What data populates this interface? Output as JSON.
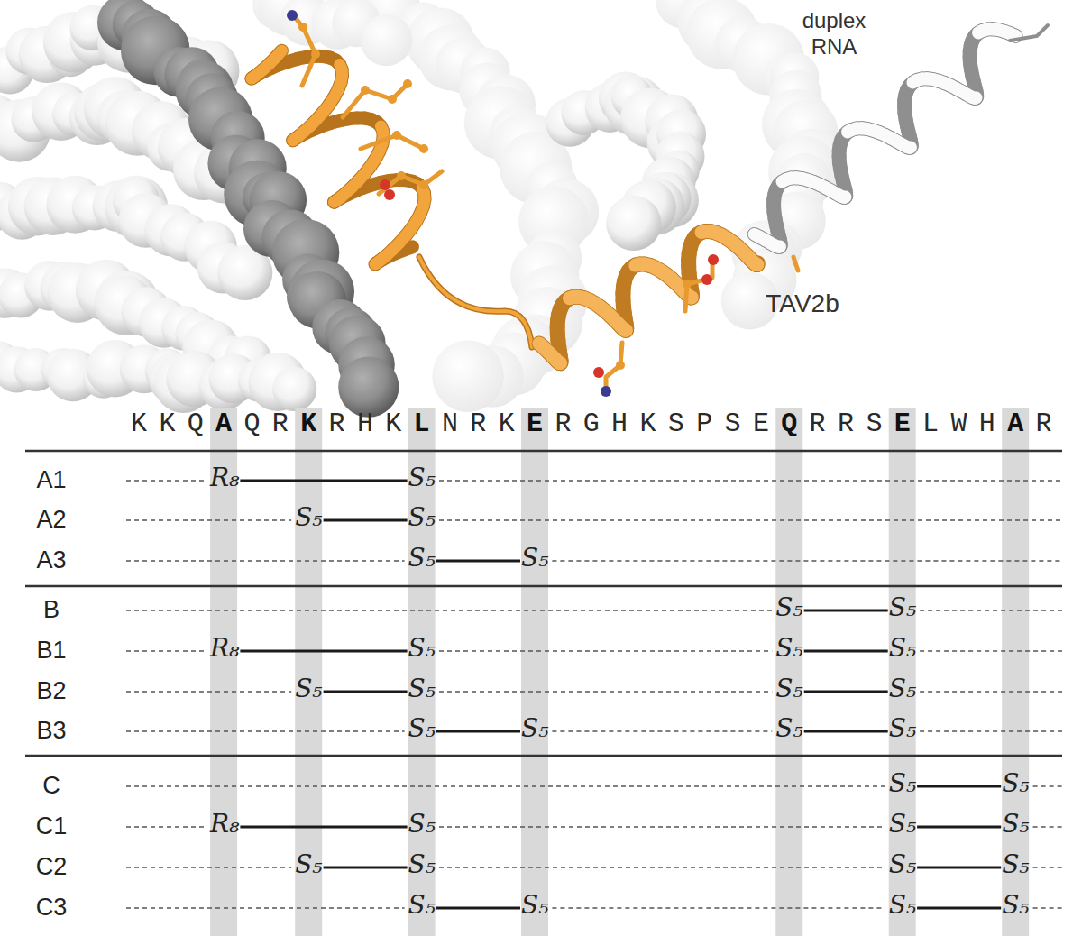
{
  "diagram": {
    "labels": [
      "duplex RNA",
      "TAV2b",
      "KKQAQRKRHKLNRKERGHKSPSEQRRSELWHAR",
      "A1",
      "R₈",
      "S₅",
      "A2",
      "S₅",
      "S₅",
      "A3",
      "S₅",
      "S₅",
      "B",
      "S₅",
      "S₅",
      "B1",
      "R₈",
      "S₅",
      "S₅",
      "S₅",
      "B2",
      "S₅",
      "S₅",
      "S₅",
      "S₅",
      "B3",
      "S₅",
      "S₅",
      "S₅",
      "S₅",
      "C",
      "S₅",
      "S₅",
      "C1",
      "R₈",
      "S₅",
      "S₅",
      "S₅",
      "C2",
      "S₅",
      "S₅",
      "S₅",
      "S₅",
      "C3",
      "S₅",
      "S₅",
      "S₅",
      "S₅"
    ]
  }
}
